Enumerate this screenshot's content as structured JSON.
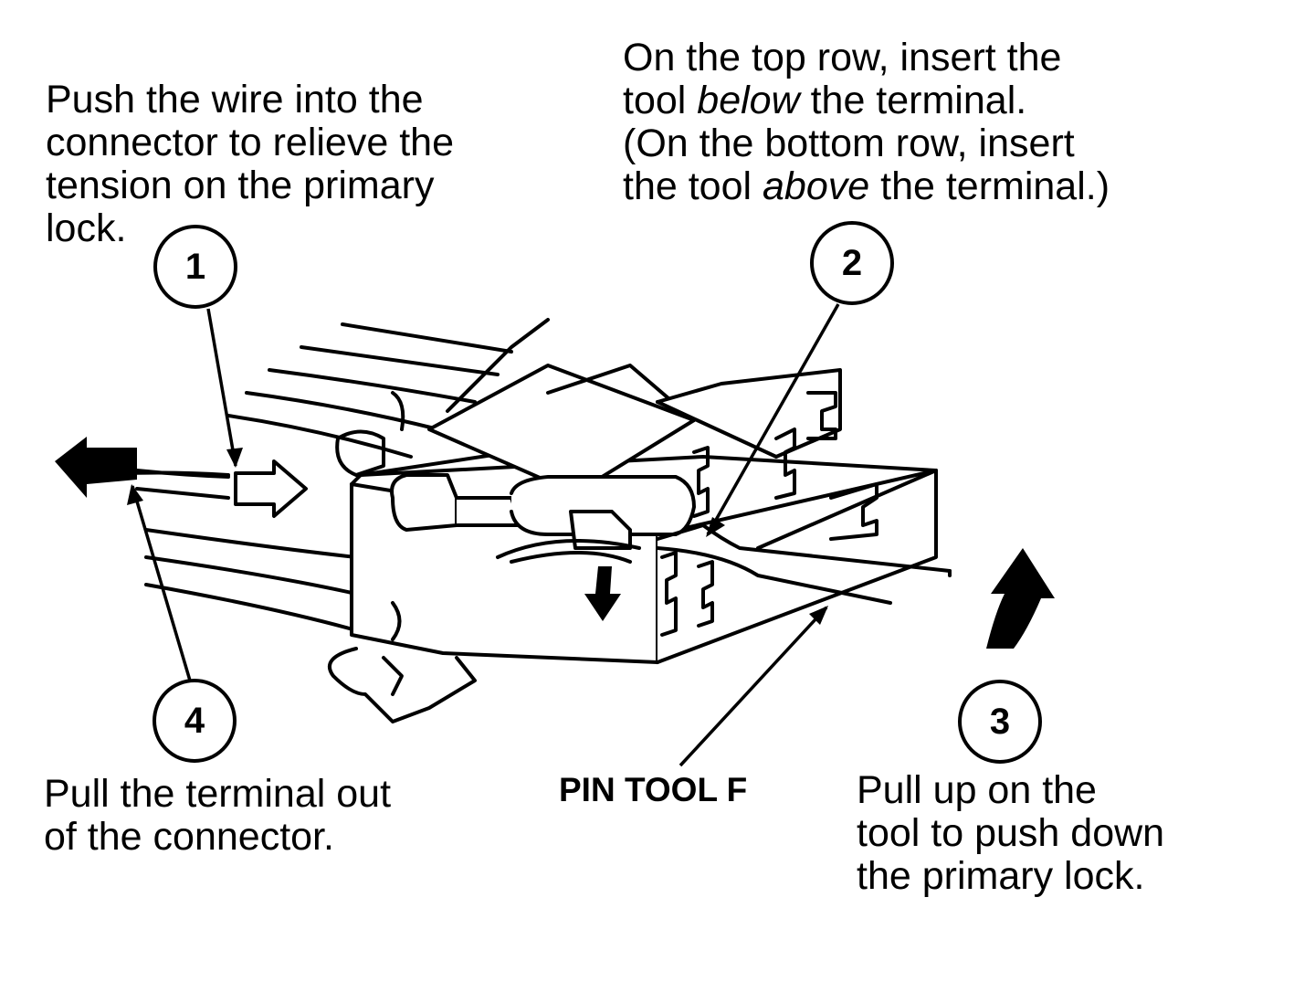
{
  "steps": [
    {
      "number": "1",
      "text": [
        "Push the wire into the",
        "connector to relieve the",
        "tension on the primary",
        "lock."
      ]
    },
    {
      "number": "2",
      "text_parts": [
        [
          {
            "t": "On the top row, insert the"
          }
        ],
        [
          {
            "t": "tool "
          },
          {
            "t": "below",
            "i": true
          },
          {
            "t": " the terminal."
          }
        ],
        [
          {
            "t": "(On the bottom row, insert"
          }
        ],
        [
          {
            "t": "the tool "
          },
          {
            "t": "above",
            "i": true
          },
          {
            "t": " the terminal.)"
          }
        ]
      ]
    },
    {
      "number": "3",
      "text": [
        "Pull up on the",
        "tool to push down",
        "the primary lock."
      ]
    },
    {
      "number": "4",
      "text": [
        "Pull the terminal out",
        "of the connector."
      ]
    }
  ],
  "tool_label": "PIN TOOL F"
}
